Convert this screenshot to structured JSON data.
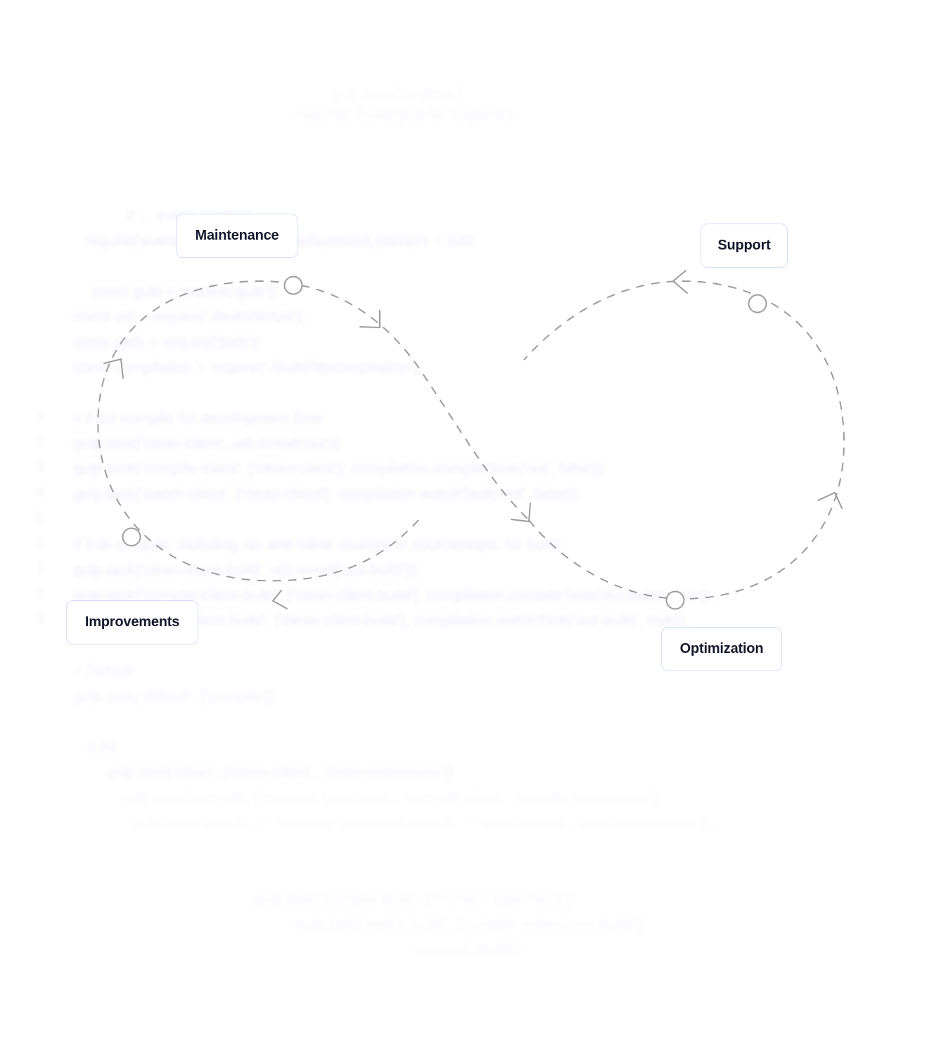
{
  "diagram": {
    "type": "infinity-loop-cycle",
    "stages": [
      {
        "id": "maintenance",
        "label": "Maintenance"
      },
      {
        "id": "support",
        "label": "Support"
      },
      {
        "id": "optimization",
        "label": "Optimization"
      },
      {
        "id": "improvements",
        "label": "Improvements"
      }
    ],
    "colors": {
      "line": "#9c9c9c",
      "label_text": "#151a2d",
      "label_border": "#d4dcf7",
      "background_code": "#ecebfb"
    }
  },
  "background_code": {
    "lines": [
      "// ... event emitters",
      "require('events').EventEmitter.defaultMaxListeners = 100;",
      "const gulp = require('gulp');",
      "const util = require('./build/lib/util');",
      "const path = require('path');",
      "const compilation = require('./build/lib/compilation');",
      "// Fast compile for development time",
      "gulp.task('clean-client', util.rimraf('out'));",
      "gulp.task('compile-client', ['clean-client'], compilation.compileTask('out', false));",
      "gulp.task('watch-client', ['clean-client'], compilation.watchTask('out', false));",
      "// Full compile, including nls and inline sources in sourcemaps, for build",
      "gulp.task('clean-client-build', util.rimraf('out-build'));",
      "gulp.task('compile-client-build', ['clean-client-build'], compilation.compileTask('out-build', true));",
      "gulp.task('watch-client-build', ['clean-client-build'], compilation.watchTask('out-build', true));",
      "// Default",
      "gulp.task('default', ['compile']);",
      "// All",
      "gulp.task('clean', ['clean-client', 'clean-extensions']);",
      "gulp.task('compile', ['monaco-typecheck', 'compile-client', 'compile-extensions']);",
      "gulp.task('watch', [/* 'monaco-typecheck-watch', */ 'watch-client', 'watch-extensions']);"
    ]
  }
}
